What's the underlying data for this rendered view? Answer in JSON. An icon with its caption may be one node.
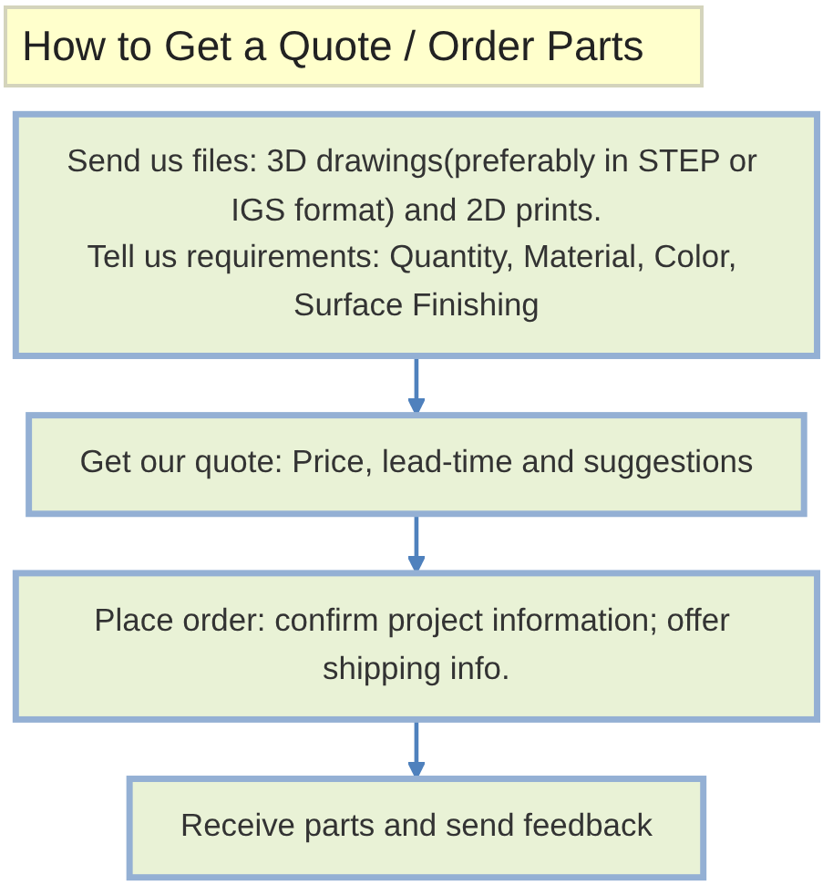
{
  "diagram": {
    "title": "How to Get a Quote / Order Parts",
    "nodes": [
      {
        "text": [
          "Send us files: 3D drawings(preferably in STEP or IGS format) and 2D prints.",
          "Tell us requirements: Quantity, Material, Color, Surface Finishing"
        ]
      },
      {
        "text": [
          "Get our quote: Price, lead-time and suggestions"
        ]
      },
      {
        "text": [
          "Place order: confirm project information; offer shipping info."
        ]
      },
      {
        "text": [
          "Receive parts and send feedback"
        ]
      }
    ],
    "edges": [
      {
        "from": 0,
        "to": 1,
        "arrow": "to"
      },
      {
        "from": 1,
        "to": 2,
        "arrow": "to"
      },
      {
        "from": 2,
        "to": 3,
        "arrow": "to"
      }
    ]
  }
}
